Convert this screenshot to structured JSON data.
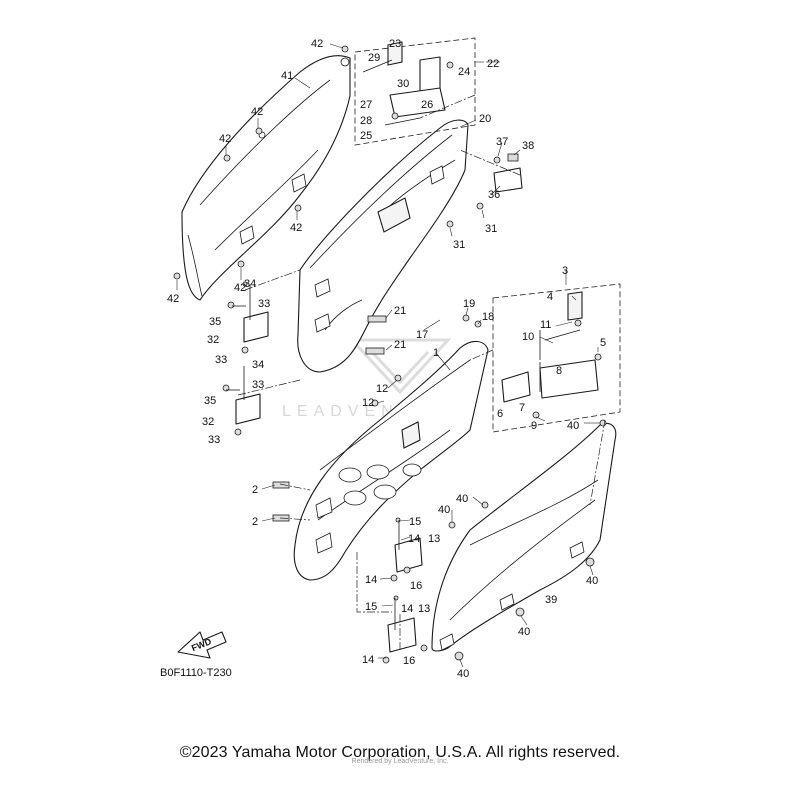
{
  "diagram": {
    "code": "B0F1110-T230",
    "fwd_label": "FWD",
    "watermark": "LEADVENTURE",
    "copyright": "©2023 Yamaha Motor Corporation, U.S.A. All rights reserved.",
    "render_credit": "Rendered by LeadVenture, Inc."
  },
  "callouts": {
    "c1": "1",
    "c2a": "2",
    "c2b": "2",
    "c3": "3",
    "c4": "4",
    "c5": "5",
    "c6": "6",
    "c7": "7",
    "c8": "8",
    "c9": "9",
    "c10": "10",
    "c11": "11",
    "c12a": "12",
    "c12b": "12",
    "c13a": "13",
    "c13b": "13",
    "c14a": "14",
    "c14b": "14",
    "c14c": "14",
    "c14d": "14",
    "c15a": "15",
    "c15b": "15",
    "c16a": "16",
    "c16b": "16",
    "c17": "17",
    "c18": "18",
    "c19": "19",
    "c20": "20",
    "c21a": "21",
    "c21b": "21",
    "c22": "22",
    "c23": "23",
    "c24": "24",
    "c25": "25",
    "c26": "26",
    "c27": "27",
    "c28": "28",
    "c29": "29",
    "c30": "30",
    "c31a": "31",
    "c31b": "31",
    "c32a": "32",
    "c32b": "32",
    "c33a": "33",
    "c33b": "33",
    "c33c": "33",
    "c33d": "33",
    "c34a": "34",
    "c34b": "34",
    "c35a": "35",
    "c35b": "35",
    "c36": "36",
    "c37": "37",
    "c38": "38",
    "c39": "39",
    "c40a": "40",
    "c40b": "40",
    "c40c": "40",
    "c40d": "40",
    "c40e": "40",
    "c40f": "40",
    "c41": "41",
    "c42a": "42",
    "c42b": "42",
    "c42c": "42",
    "c42d": "42",
    "c42e": "42",
    "c42f": "42"
  }
}
